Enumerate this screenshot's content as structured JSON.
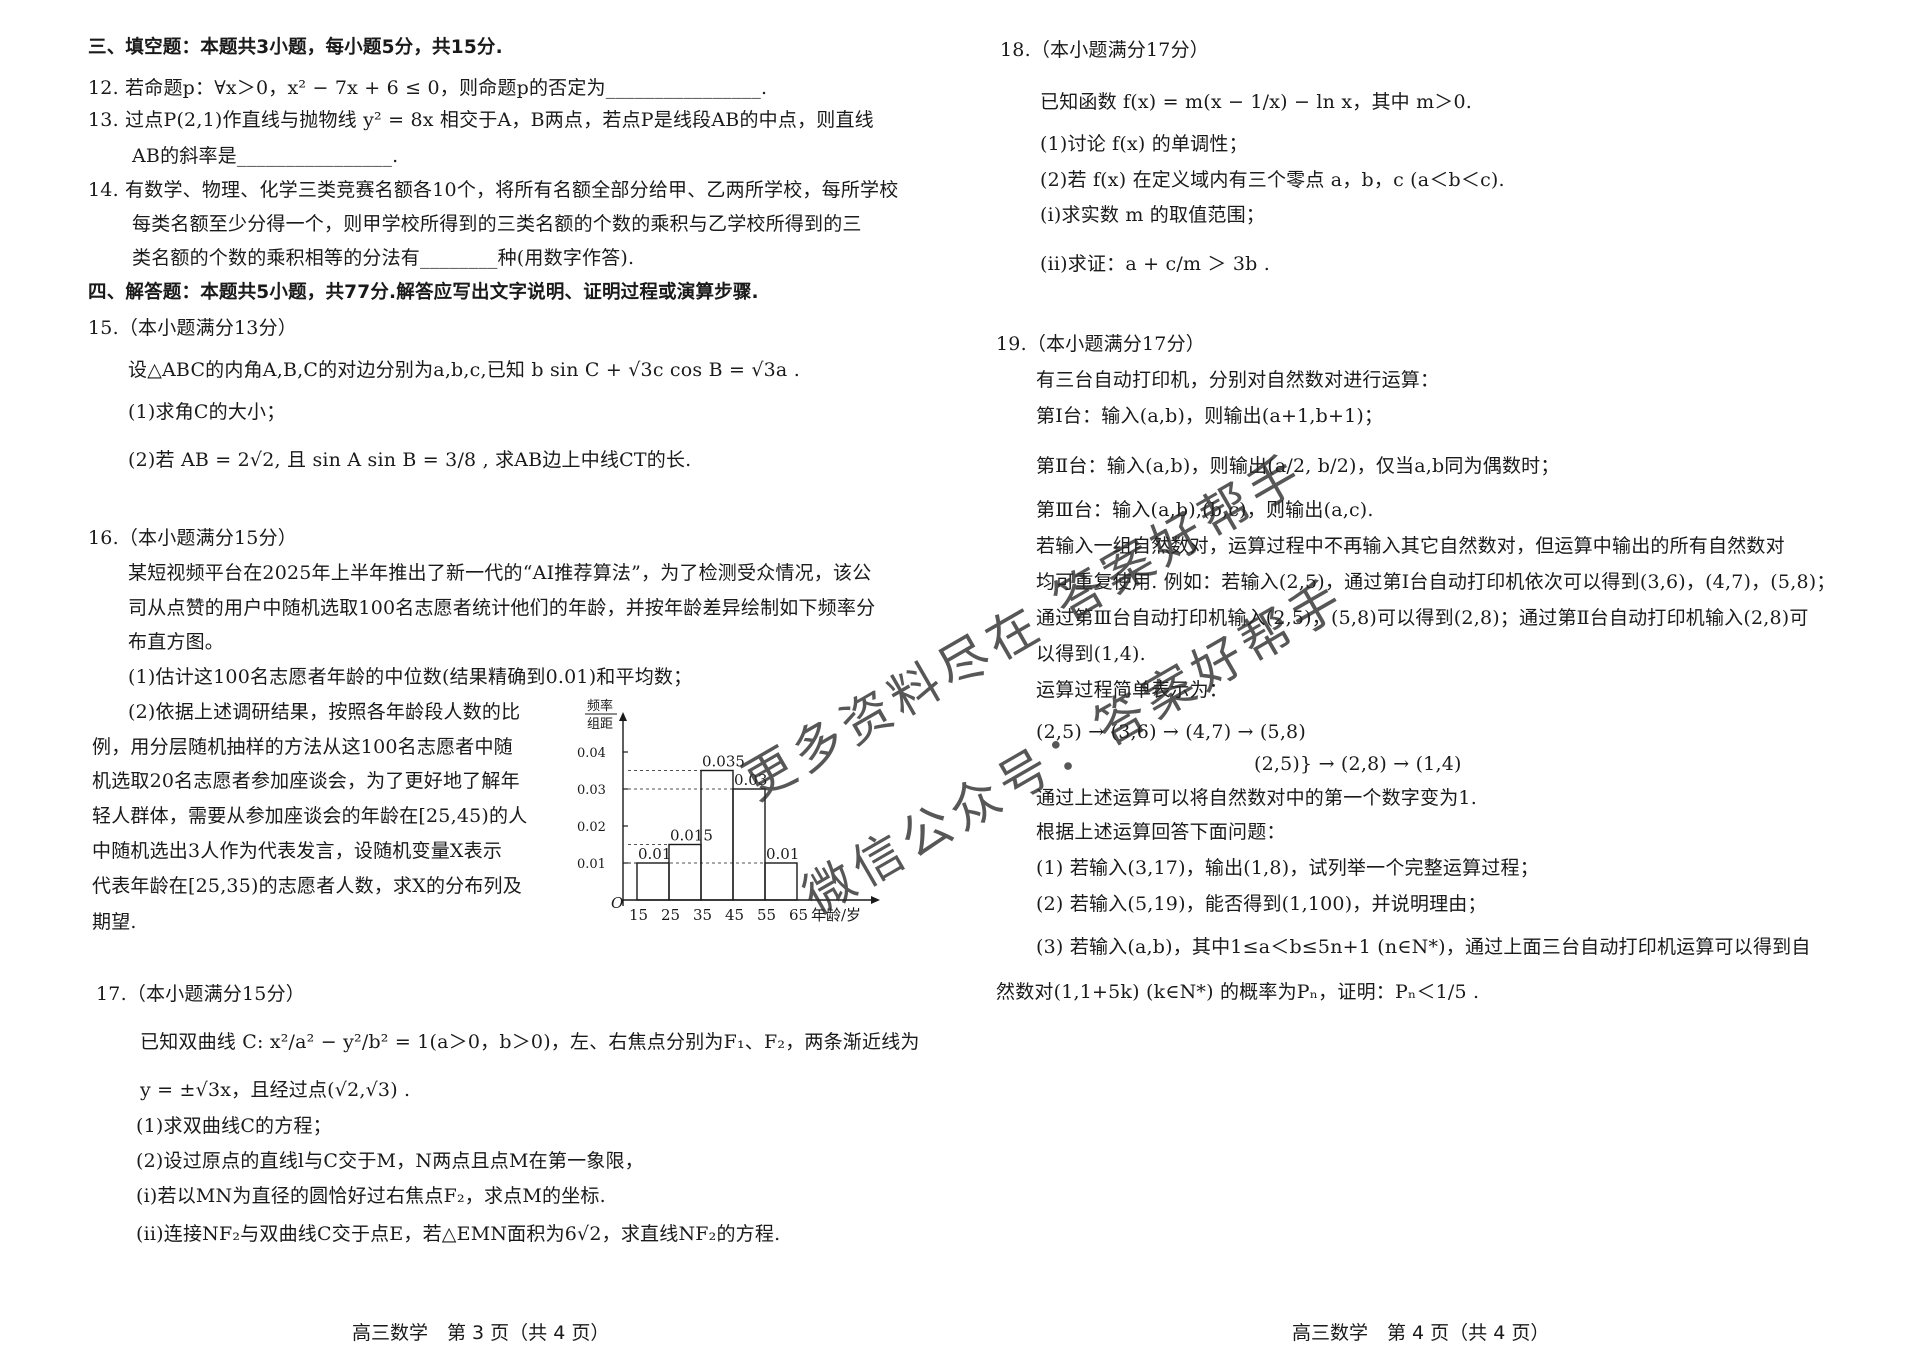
{
  "left": {
    "lines": [
      "三、填空题：本题共3小题，每小题5分，共15分.",
      "12. 若命题p：∀x＞0，x² − 7x + 6 ≤ 0，则命题p的否定为________________.",
      "13. 过点P(2,1)作直线与抛物线 y² = 8x 相交于A，B两点，若点P是线段AB的中点，则直线",
      "AB的斜率是________________.",
      "14. 有数学、物理、化学三类竞赛名额各10个，将所有名额全部分给甲、乙两所学校，每所学校",
      "每类名额至少分得一个，则甲学校所得到的三类名额的个数的乘积与乙学校所得到的三",
      "类名额的个数的乘积相等的分法有________种(用数字作答).",
      "四、解答题：本题共5小题，共77分.解答应写出文字说明、证明过程或演算步骤.",
      "15.（本小题满分13分）",
      "设△ABC的内角A,B,C的对边分别为a,b,c,已知 b sin C + √3c cos B = √3a .",
      "(1)求角C的大小；",
      "(2)若 AB = 2√2, 且 sin A sin B = 3/8 , 求AB边上中线CT的长.",
      "16.（本小题满分15分）",
      "某短视频平台在2025年上半年推出了新一代的“AI推荐算法”，为了检测受众情况，该公",
      "司从点赞的用户中随机选取100名志愿者统计他们的年龄，并按年龄差异绘制如下频率分",
      "布直方图。",
      "(1)估计这100名志愿者年龄的中位数(结果精确到0.01)和平均数；",
      "(2)依据上述调研结果，按照各年龄段人数的比",
      "例，用分层随机抽样的方法从这100名志愿者中随",
      "机选取20名志愿者参加座谈会，为了更好地了解年",
      "轻人群体，需要从参加座谈会的年龄在[25,45)的人",
      "中随机选出3人作为代表发言，设随机变量X表示",
      "代表年龄在[25,35)的志愿者人数，求X的分布列及",
      "期望.",
      "17.（本小题满分15分）",
      "已知双曲线 C: x²/a² − y²/b² = 1(a＞0，b＞0)，左、右焦点分别为F₁、F₂，两条渐近线为",
      "y = ±√3x，且经过点(√2,√3) .",
      "(1)求双曲线C的方程；",
      "(2)设过原点的直线l与C交于M，N两点且点M在第一象限，",
      "(i)若以MN为直径的圆恰好过右焦点F₂，求点M的坐标.",
      "(ii)连接NF₂与双曲线C交于点E，若△EMN面积为6√2，求直线NF₂的方程."
    ],
    "footer": "高三数学　第 3 页（共 4 页）"
  },
  "right": {
    "lines": [
      "18.（本小题满分17分）",
      "已知函数 f(x) = m(x − 1/x) − ln x，其中 m＞0.",
      "(1)讨论 f(x) 的单调性；",
      "(2)若 f(x) 在定义域内有三个零点 a，b，c (a＜b＜c).",
      "(i)求实数 m 的取值范围；",
      "(ii)求证：a + c/m ＞ 3b .",
      "19.（本小题满分17分）",
      "有三台自动打印机，分别对自然数对进行运算：",
      "第Ⅰ台：输入(a,b)，则输出(a+1,b+1)；",
      "第Ⅱ台：输入(a,b)，则输出(a/2, b/2)，仅当a,b同为偶数时；",
      "第Ⅲ台：输入(a,b),(b,c)，则输出(a,c).",
      "若输入一组自然数对，运算过程中不再输入其它自然数对，但运算中输出的所有自然数对",
      "均可重复使用. 例如：若输入(2,5)，通过第Ⅰ台自动打印机依次可以得到(3,6)，(4,7)，(5,8)；",
      "通过第Ⅲ台自动打印机输入(2,5)，(5,8)可以得到(2,8)；通过第Ⅱ台自动打印机输入(2,8)可",
      "以得到(1,4).",
      "运算过程简单表示为：",
      "(2,5) → (3,6) → (4,7) → (5,8)",
      "(2,5)} → (2,8) → (1,4)",
      "通过上述运算可以将自然数对中的第一个数字变为1.",
      "根据上述运算回答下面问题：",
      "(1) 若输入(3,17)，输出(1,8)，试列举一个完整运算过程；",
      "(2) 若输入(5,19)，能否得到(1,100)，并说明理由；",
      "(3) 若输入(a,b)，其中1≤a＜b≤5n+1 (n∈N*)，通过上面三台自动打印机运算可以得到自",
      "然数对(1,1+5k)  (k∈N*) 的概率为Pₙ，证明：Pₙ＜1/5 ."
    ],
    "footer": "高三数学　第 4 页（共 4 页）"
  },
  "watermark": {
    "line1": "更多资料尽在 答案好帮手",
    "line2": "微信公众号：答案好帮手"
  },
  "chart_data": {
    "type": "bar",
    "ylabel": "频率/组距",
    "xlabel": "年龄/岁",
    "x_ticks": [
      "15",
      "25",
      "35",
      "45",
      "55",
      "65"
    ],
    "y_ticks": [
      "0.01",
      "0.02",
      "0.03",
      "0.04"
    ],
    "bins": [
      [
        15,
        25
      ],
      [
        25,
        35
      ],
      [
        35,
        45
      ],
      [
        45,
        55
      ],
      [
        55,
        65
      ]
    ],
    "values": [
      0.01,
      0.015,
      0.035,
      0.03,
      0.01
    ],
    "value_labels": [
      "0.01",
      "0.015",
      "0.035",
      "0.03",
      "0.01"
    ],
    "ylim": [
      0,
      0.045
    ],
    "grid": false,
    "color": "#1a1a1a"
  }
}
